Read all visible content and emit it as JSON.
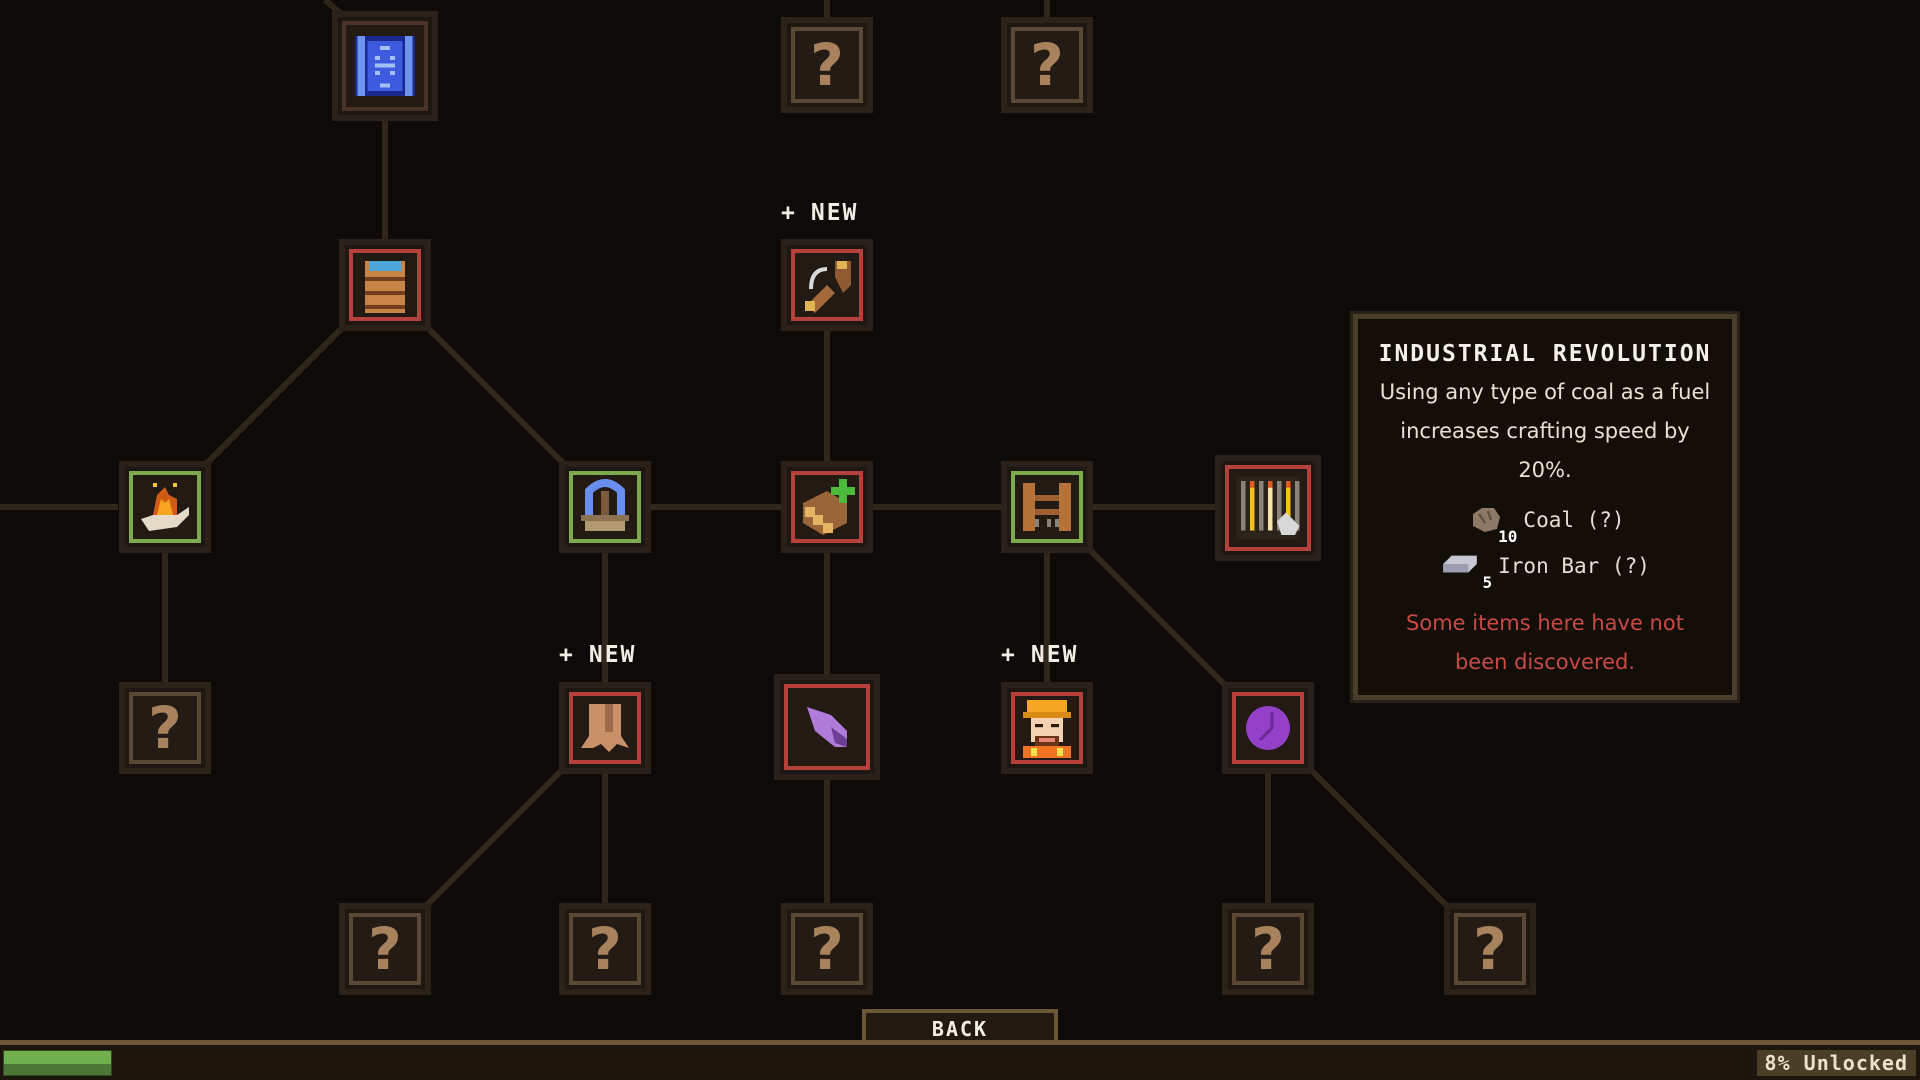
{
  "colors": {
    "background": "#0d0a07",
    "connector": "#2f261c",
    "frame_red": "#b5403c",
    "frame_green": "#7caa4c",
    "frame_locked": "#5a4734",
    "warning_text": "#c74a44",
    "progress_green": "#70ae4e"
  },
  "skill_tree": {
    "new_badge": {
      "plus": "+",
      "label": "NEW"
    },
    "locked_symbol": "?",
    "nodes": [
      {
        "id": "scroll",
        "icon": "blue-scroll-icon",
        "state": "unlocked"
      },
      {
        "id": "locked-top-1",
        "icon": "question-mark-icon",
        "state": "locked"
      },
      {
        "id": "locked-top-2",
        "icon": "question-mark-icon",
        "state": "locked"
      },
      {
        "id": "bucket",
        "icon": "wooden-bucket-icon",
        "state": "available"
      },
      {
        "id": "pickaxe-wood",
        "icon": "pickaxe-wood-icon",
        "state": "available",
        "new": true
      },
      {
        "id": "campfire",
        "icon": "campfire-hand-icon",
        "state": "unlocked"
      },
      {
        "id": "altar",
        "icon": "blue-altar-icon",
        "state": "unlocked"
      },
      {
        "id": "wood-plus",
        "icon": "wood-logs-plus-icon",
        "state": "available"
      },
      {
        "id": "workbench",
        "icon": "workbench-icon",
        "state": "unlocked"
      },
      {
        "id": "industrial-revolution",
        "icon": "furnace-grate-icon",
        "state": "selected"
      },
      {
        "id": "locked-left",
        "icon": "question-mark-icon",
        "state": "locked"
      },
      {
        "id": "tree-stump",
        "icon": "tree-stump-icon",
        "state": "available",
        "new": true
      },
      {
        "id": "crystal",
        "icon": "purple-crystal-icon",
        "state": "available"
      },
      {
        "id": "worker",
        "icon": "worker-hardhat-icon",
        "state": "available",
        "new": true
      },
      {
        "id": "purple-orb",
        "icon": "purple-orb-icon",
        "state": "available"
      },
      {
        "id": "locked-b1",
        "icon": "question-mark-icon",
        "state": "locked"
      },
      {
        "id": "locked-b2",
        "icon": "question-mark-icon",
        "state": "locked"
      },
      {
        "id": "locked-b3",
        "icon": "question-mark-icon",
        "state": "locked"
      },
      {
        "id": "locked-b4",
        "icon": "question-mark-icon",
        "state": "locked"
      },
      {
        "id": "locked-b5",
        "icon": "question-mark-icon",
        "state": "locked"
      }
    ]
  },
  "tooltip": {
    "title": "INDUSTRIAL REVOLUTION",
    "description": "Using any type of coal as a fuel increases crafting speed by 20%.",
    "requirements": [
      {
        "icon": "coal-icon",
        "count": "10",
        "label": "Coal (?)"
      },
      {
        "icon": "iron-bar-icon",
        "count": "5",
        "label": "Iron Bar (?)"
      }
    ],
    "warning": "Some items here have not been discovered."
  },
  "footer": {
    "back_label": "BACK",
    "progress_percent": 8,
    "unlocked_label": "8% Unlocked"
  }
}
